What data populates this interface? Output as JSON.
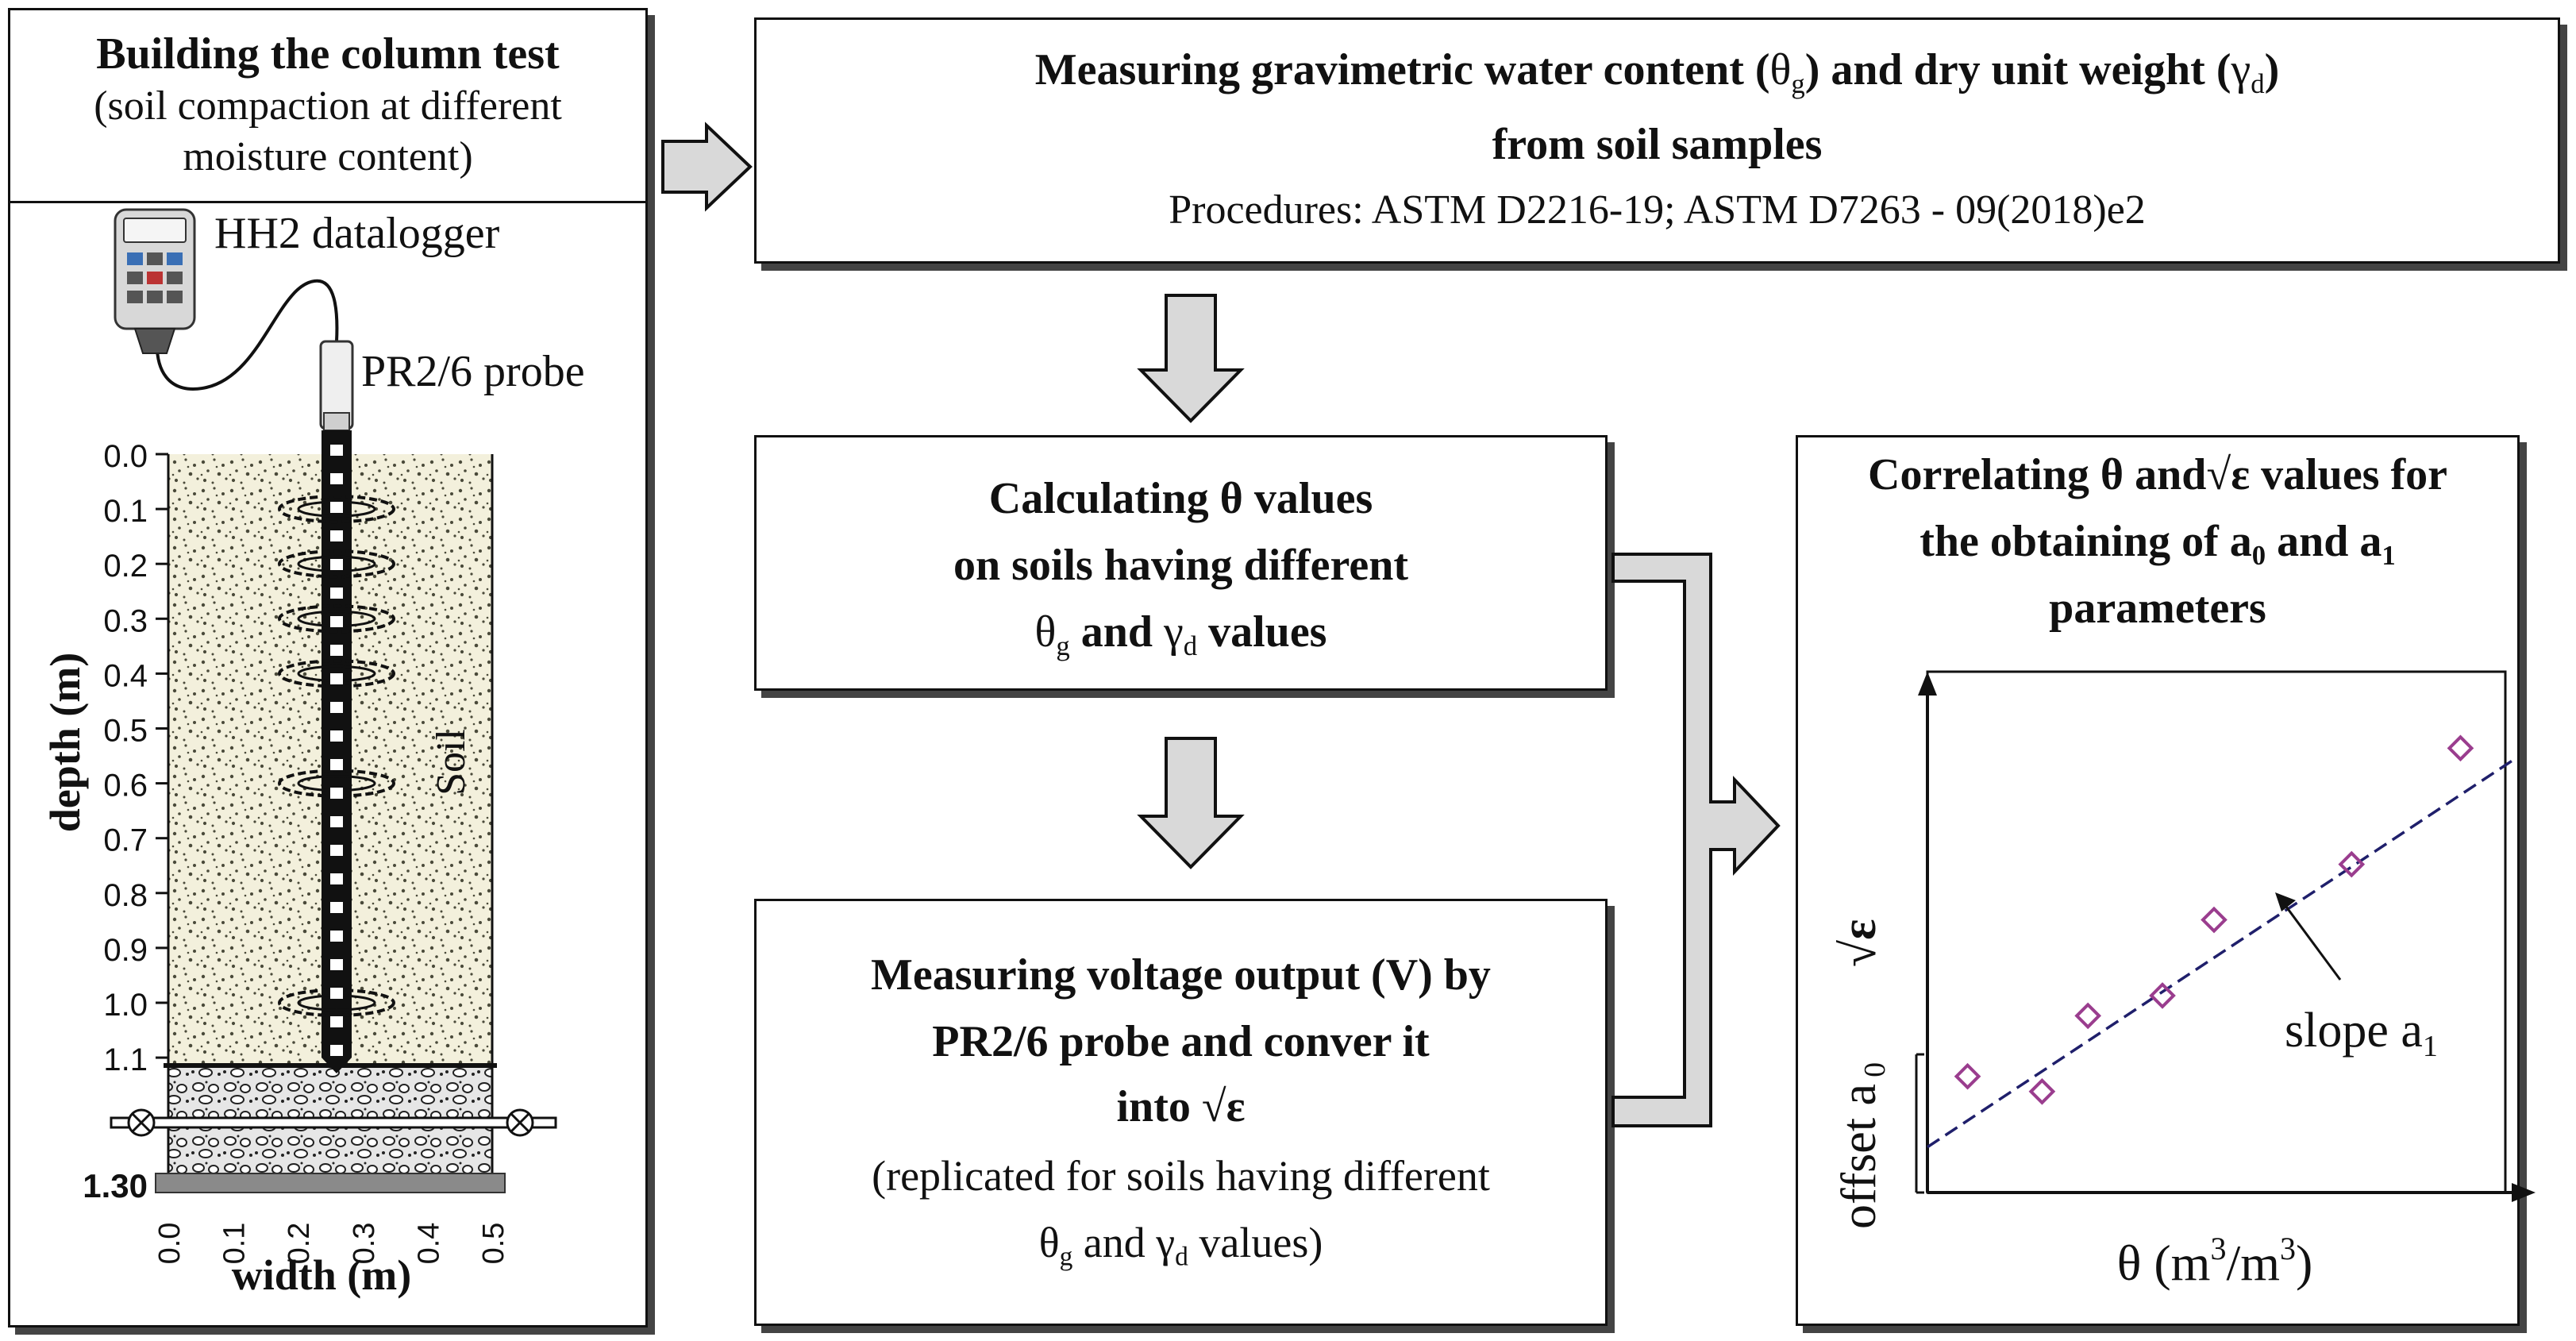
{
  "column_panel": {
    "title": "Building the column test",
    "subtitle_line1": "(soil compaction at different",
    "subtitle_line2": "moisture content)",
    "datalogger_label": "HH2 datalogger",
    "probe_label": "PR2/6 probe",
    "soil_label": "Soil",
    "depth_axis_label": "depth (m)",
    "width_axis_label": "width (m)",
    "depth_ticks": [
      "0.0",
      "0.1",
      "0.2",
      "0.3",
      "0.4",
      "0.5",
      "0.6",
      "0.7",
      "0.8",
      "0.9",
      "1.0",
      "1.1",
      "1.30"
    ],
    "width_ticks": [
      "0.0",
      "0.1",
      "0.2",
      "0.3",
      "0.4",
      "0.5"
    ]
  },
  "measure_box": {
    "line1_pre": "Measuring gravimetric water content (",
    "theta": "θ",
    "sub_g": "g",
    "line1_mid": ") and dry unit weight (",
    "gamma": "γ",
    "sub_d": "d",
    "line1_post": ")",
    "line2": "from soil samples",
    "line3": "Procedures: ASTM D2216-19; ASTM D7263 - 09(2018)e2"
  },
  "calc_box": {
    "line1": "Calculating θ values",
    "line2": "on soils having different",
    "line3_theta": "θ",
    "line3_sub_g": "g",
    "line3_and": " and ",
    "line3_gamma": "γ",
    "line3_sub_d": "d",
    "line3_post": " values"
  },
  "voltage_box": {
    "line1": "Measuring voltage output (V) by",
    "line2": "PR2/6 probe and conver it",
    "line3_pre": "into ",
    "line3_sqrt": "√",
    "line3_eps": "ε",
    "line4": "(replicated for soils having different",
    "line5_theta": "θ",
    "line5_sub_g": "g",
    "line5_and": " and ",
    "line5_gamma": "γ",
    "line5_sub_d": "d",
    "line5_post": " values)"
  },
  "correlate_box": {
    "line1_pre": "Correlating θ and",
    "line1_sqrt": "√",
    "line1_eps": "ε",
    "line1_post": " values for",
    "line2_pre": "the obtaining of  a",
    "line2_sub0": "0",
    "line2_and": " and a",
    "line2_sub1": "1",
    "line3": "parameters"
  },
  "chart_data": {
    "type": "scatter",
    "xlabel_pre": "θ (m",
    "xlabel_sup1": "3",
    "xlabel_mid": "/m",
    "xlabel_sup2": "3",
    "xlabel_post": ")",
    "ylabel_sqrt": "√",
    "ylabel_eps": "ε",
    "offset_label": "offset a",
    "offset_sub": "0",
    "slope_label": "slope a",
    "slope_sub": "1",
    "x": [
      0.07,
      0.2,
      0.28,
      0.41,
      0.5,
      0.74,
      0.93
    ],
    "y": [
      0.23,
      0.2,
      0.35,
      0.39,
      0.54,
      0.65,
      0.88
    ],
    "fit_intercept": 0.09,
    "fit_slope": 0.75,
    "xlim": [
      0,
      1
    ],
    "ylim": [
      0,
      1
    ],
    "colors": {
      "points": "#9a3d8e",
      "fit_line": "#1f1f6b"
    }
  }
}
